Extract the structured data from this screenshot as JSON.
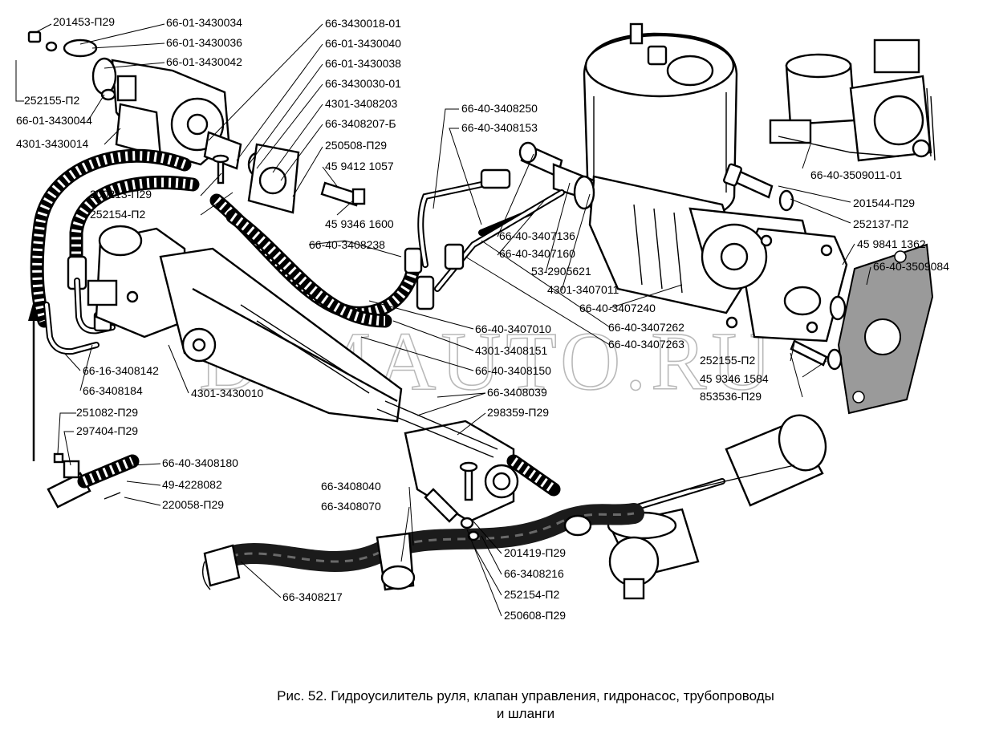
{
  "figure": {
    "caption_line1": "Рис. 52.  Гидроусилитель руля,  клапан управления,  гидронасос,  трубопроводы",
    "caption_line2": "и шланги",
    "watermark": "DIMAUTO.RU"
  },
  "labels": [
    {
      "id": "l01",
      "text": "201453-П29"
    },
    {
      "id": "l02",
      "text": "66-01-3430034"
    },
    {
      "id": "l03",
      "text": "66-01-3430036"
    },
    {
      "id": "l04",
      "text": "66-01-3430042"
    },
    {
      "id": "l05",
      "text": "252155-П2"
    },
    {
      "id": "l06",
      "text": "66-01-3430044"
    },
    {
      "id": "l07",
      "text": "4301-3430014"
    },
    {
      "id": "l08",
      "text": "66-3430018-01"
    },
    {
      "id": "l09",
      "text": "66-01-3430040"
    },
    {
      "id": "l10",
      "text": "66-01-3430038"
    },
    {
      "id": "l11",
      "text": "66-3430030-01"
    },
    {
      "id": "l12",
      "text": "4301-3408203"
    },
    {
      "id": "l13",
      "text": "66-3408207-Б"
    },
    {
      "id": "l14",
      "text": "250508-П29"
    },
    {
      "id": "l15",
      "text": "45 9412 1057"
    },
    {
      "id": "l16",
      "text": "45 9346 1600"
    },
    {
      "id": "l17",
      "text": "200213-П29"
    },
    {
      "id": "l18",
      "text": "252154-П2"
    },
    {
      "id": "l19",
      "text": "66-40-3408238"
    },
    {
      "id": "l20",
      "text": "66-40-3408250"
    },
    {
      "id": "l21",
      "text": "66-40-3408153"
    },
    {
      "id": "l22",
      "text": "66-40-3407136"
    },
    {
      "id": "l23",
      "text": "66-40-3407160"
    },
    {
      "id": "l24",
      "text": "53-2905621"
    },
    {
      "id": "l25",
      "text": "4301-3407011"
    },
    {
      "id": "l26",
      "text": "66-40-3407240"
    },
    {
      "id": "l27",
      "text": "66-40-3407262"
    },
    {
      "id": "l28",
      "text": "66-40-3407263"
    },
    {
      "id": "l29",
      "text": "66-40-3509011-01"
    },
    {
      "id": "l30",
      "text": "201544-П29"
    },
    {
      "id": "l31",
      "text": "252137-П2"
    },
    {
      "id": "l32",
      "text": "45 9841 1362"
    },
    {
      "id": "l33",
      "text": "66-40-3509084"
    },
    {
      "id": "l34",
      "text": "252155-П2"
    },
    {
      "id": "l35",
      "text": "45 9346 1584"
    },
    {
      "id": "l36",
      "text": "853536-П29"
    },
    {
      "id": "l37",
      "text": "66-40-3407010"
    },
    {
      "id": "l38",
      "text": "4301-3408151"
    },
    {
      "id": "l39",
      "text": "66-40-3408150"
    },
    {
      "id": "l40",
      "text": "66-3408039"
    },
    {
      "id": "l41",
      "text": "298359-П29"
    },
    {
      "id": "l42",
      "text": "66-16-3408142"
    },
    {
      "id": "l43",
      "text": "66-3408184"
    },
    {
      "id": "l44",
      "text": "4301-3430010"
    },
    {
      "id": "l45",
      "text": "251082-П29"
    },
    {
      "id": "l46",
      "text": "297404-П29"
    },
    {
      "id": "l47",
      "text": "66-40-3408180"
    },
    {
      "id": "l48",
      "text": "49-4228082"
    },
    {
      "id": "l49",
      "text": "220058-П29"
    },
    {
      "id": "l50",
      "text": "66-3408040"
    },
    {
      "id": "l51",
      "text": "66-3408070"
    },
    {
      "id": "l52",
      "text": "201419-П29"
    },
    {
      "id": "l53",
      "text": "66-3408216"
    },
    {
      "id": "l54",
      "text": "252154-П2"
    },
    {
      "id": "l55",
      "text": "250608-П29"
    },
    {
      "id": "l56",
      "text": "66-3408217"
    }
  ]
}
